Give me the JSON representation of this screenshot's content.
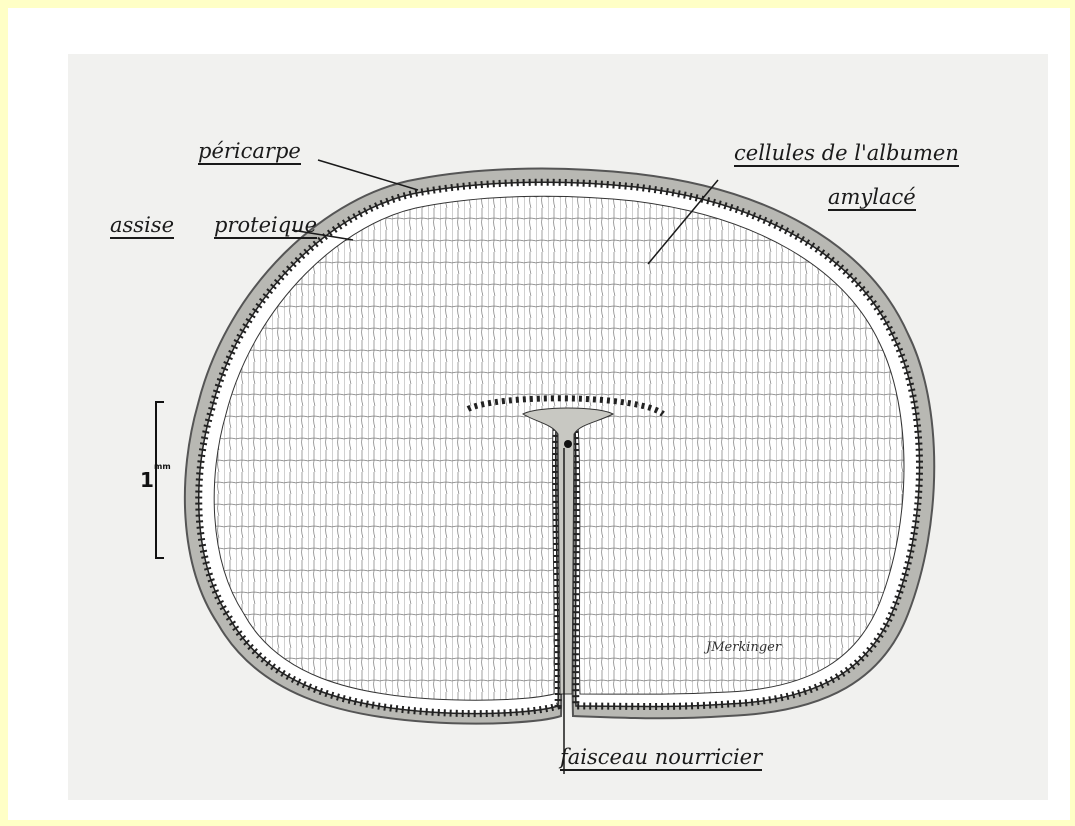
{
  "labels": {
    "pericarp": "péricarpe",
    "protein_layer_1": "assise",
    "protein_layer_2": "proteique",
    "endosperm_line1": "cellules de l'albumen",
    "endosperm_line2": "amylacé",
    "vascular_bundle": "faisceau nourricier"
  },
  "scale_bar": {
    "value": "1",
    "unit": "mm"
  },
  "signature": "JMerkinger",
  "colors": {
    "background": "#ffffc6",
    "plate": "#f1f1ef",
    "ink": "#1a1a1a"
  }
}
